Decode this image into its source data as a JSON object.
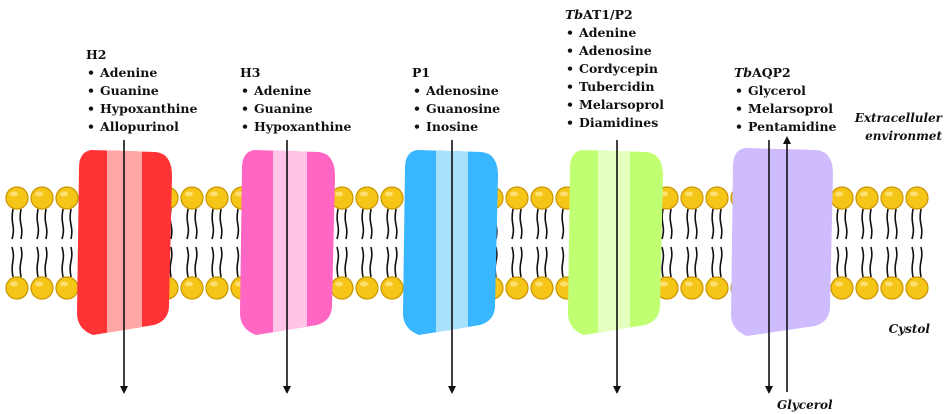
{
  "transporters": [
    {
      "name": "H2",
      "substrates": [
        "Adenine",
        "Guanine",
        "Hypoxanthine",
        "Allopurinol"
      ],
      "color": "#ff3336",
      "stripe": "#ffa6a6"
    },
    {
      "name": "H3",
      "substrates": [
        "Adenine",
        "Guanine",
        "Hypoxanthine"
      ],
      "color": "#ff66c4",
      "stripe": "#ffc4e6"
    },
    {
      "name": "P1",
      "substrates": [
        "Adenosine",
        "Guanosine",
        "Inosine"
      ],
      "color": "#38b6ff",
      "stripe": "#a8e1fb"
    },
    {
      "name_prefix": "Tb",
      "name": "AT1/P2",
      "substrates": [
        "Adenine",
        "Adenosine",
        "Cordycepin",
        "Tubercidin",
        "Melarsoprol",
        "Diamidines"
      ],
      "color": "#c1ff72",
      "stripe": "#e4ffc0"
    },
    {
      "name_prefix": "Tb",
      "name": "AQP2",
      "substrates": [
        "Glycerol",
        "Melarsoprol",
        "Pentamidine"
      ],
      "color": "#cfbcff",
      "stripe": "#cfbcff"
    }
  ],
  "compartments": {
    "extracellular_line1": "Extracelluler",
    "extracellular_line2": "environmet",
    "cytosol": "Cystol"
  },
  "efflux_label": "Glycerol",
  "colors": {
    "lipid_head": "#f5c518",
    "lipid_head_edge": "#c99400",
    "lipid_tail": "#111111",
    "arrow": "#111111"
  }
}
